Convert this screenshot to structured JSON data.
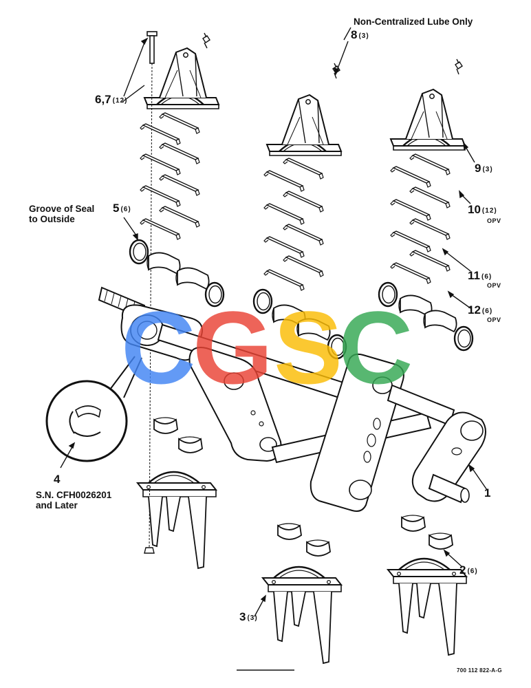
{
  "callouts": {
    "non_centralized_note": "Non-Centralized Lube Only",
    "part_8": {
      "num": "8",
      "qty": "(3)"
    },
    "part_6_7": {
      "num": "6,7",
      "qty": "(12)"
    },
    "part_9": {
      "num": "9",
      "qty": "(3)"
    },
    "part_10": {
      "num": "10",
      "qty": "(12)",
      "note": "OPV"
    },
    "part_11": {
      "num": "11",
      "qty": "(6)",
      "note": "OPV"
    },
    "part_12": {
      "num": "12",
      "qty": "(6)",
      "note": "OPV"
    },
    "part_5": {
      "num": "5",
      "qty": "(6)",
      "note_line1": "Groove of Seal",
      "note_line2": "to Outside"
    },
    "part_4": {
      "num": "4",
      "note_line1": "S.N. CFH0026201",
      "note_line2": "and Later"
    },
    "part_1": {
      "num": "1"
    },
    "part_2": {
      "num": "2",
      "qty": "(6)"
    },
    "part_3": {
      "num": "3",
      "qty": "(3)"
    }
  },
  "drawing_code": "700 112 822-A-G",
  "watermark": {
    "letters": [
      "C",
      "G",
      "S",
      "C"
    ],
    "colors": [
      "#4285F4",
      "#EA4335",
      "#FBBC05",
      "#34A853"
    ]
  }
}
